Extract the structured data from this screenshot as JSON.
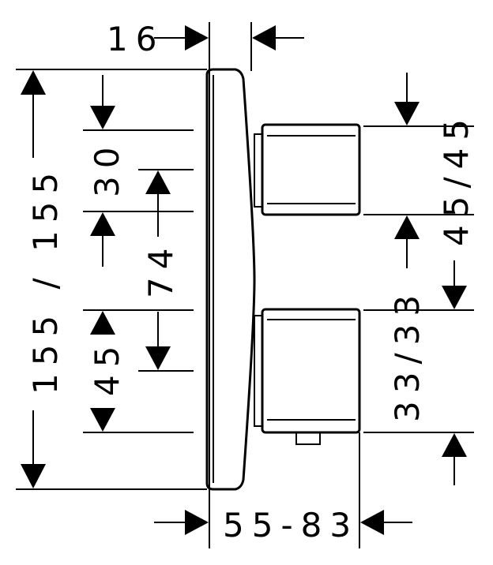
{
  "dimensions": {
    "depth_top": "16",
    "total_height": "155  /  155",
    "top_offset": "30",
    "spacing": "74",
    "bottom_offset": "45",
    "right_upper": "45/45",
    "right_lower": "33/33",
    "projection": "55-83"
  }
}
